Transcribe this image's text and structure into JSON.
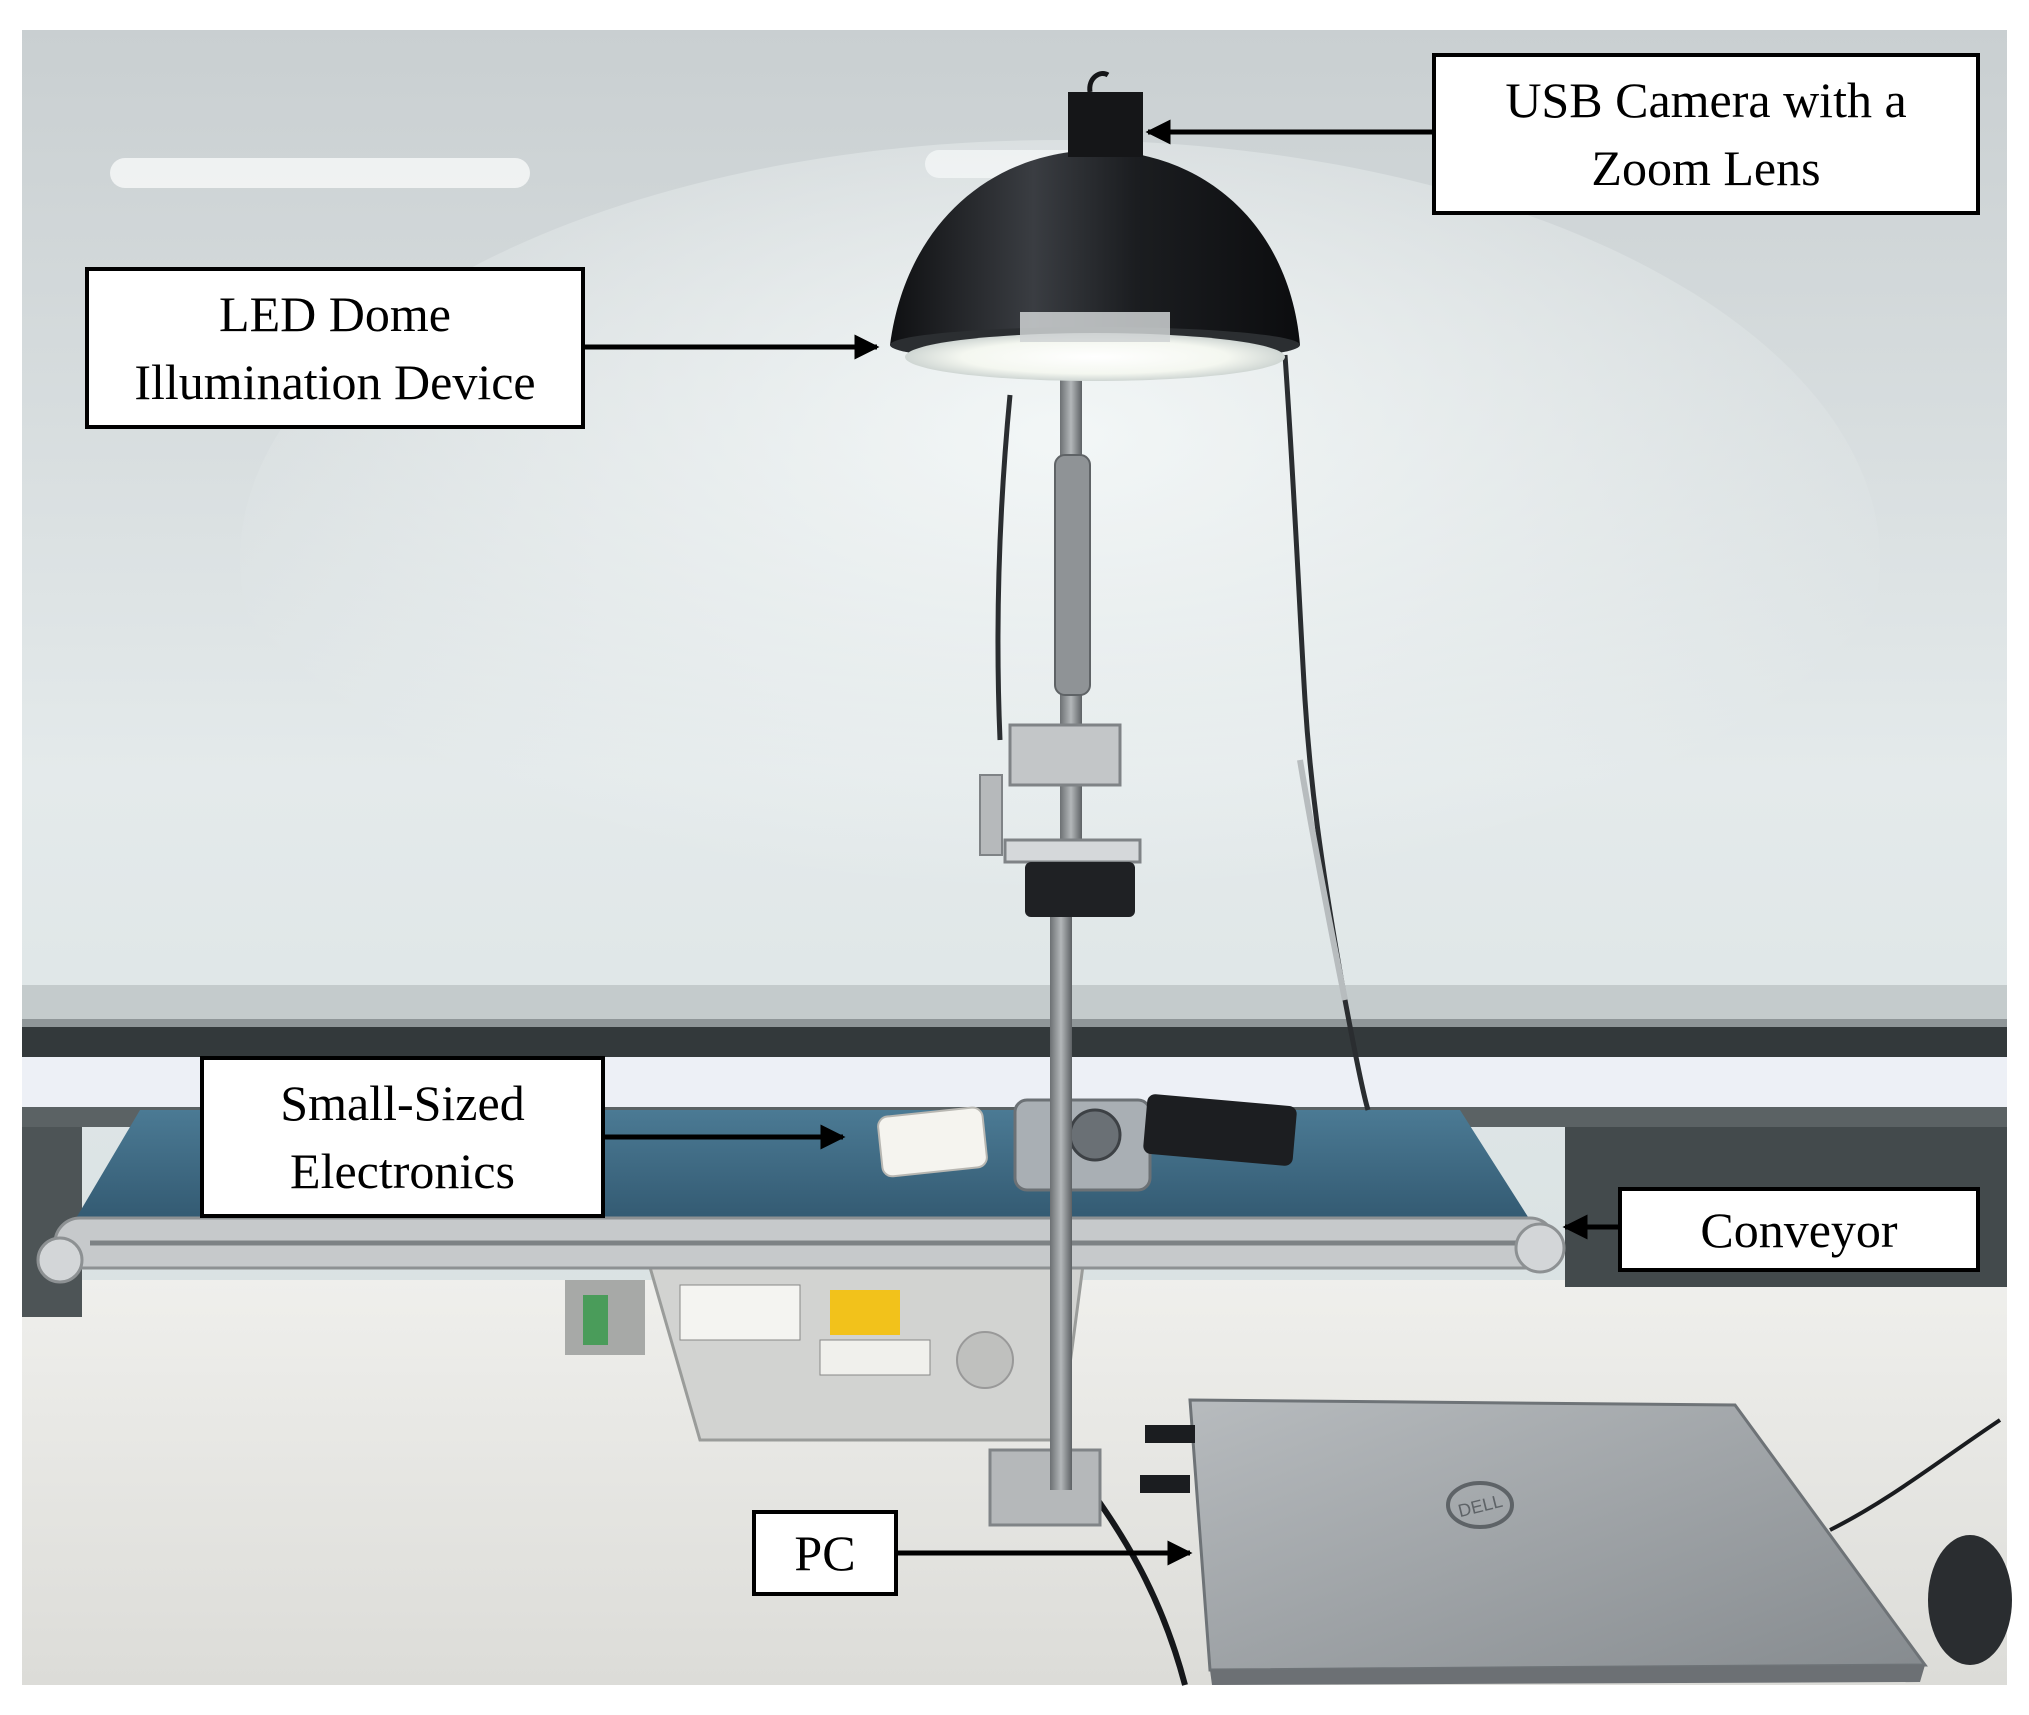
{
  "figure": {
    "labels": {
      "camera": {
        "line1": "USB Camera with a",
        "line2": "Zoom Lens"
      },
      "dome": {
        "line1": "LED Dome",
        "line2": "Illumination Device"
      },
      "electronics": {
        "line1": "Small-Sized",
        "line2": "Electronics"
      },
      "conveyor": {
        "line1": "Conveyor"
      },
      "pc": {
        "line1": "PC"
      }
    },
    "laptop_logo": "DELL",
    "colors": {
      "wall": "#dfe5e6",
      "belt": "#3f6b86",
      "table": "#e7e8e6",
      "dome": "#1d1f22",
      "laptop": "#9ea3a7"
    }
  }
}
